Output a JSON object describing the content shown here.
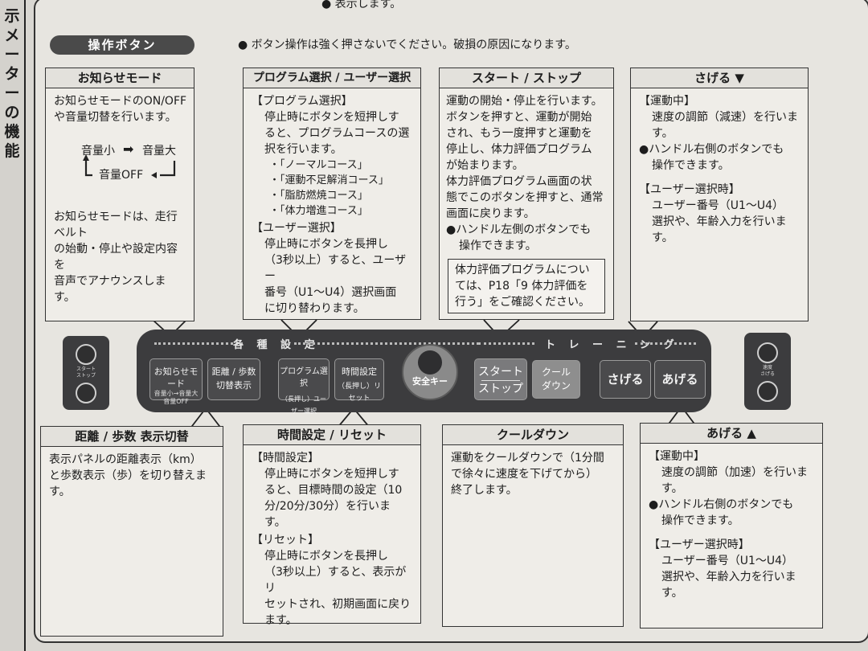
{
  "side_title": "示メーターの機能",
  "top_note": "表示します。",
  "section_title": "操作ボタン",
  "warning": "ボタン操作は強く押さないでください。破損の原因になります。",
  "boxes": {
    "notify": {
      "title": "お知らせモード",
      "lines": [
        "お知らせモードのON/OFF",
        "や音量切替を行います。"
      ],
      "flow": {
        "low": "音量小",
        "high": "音量大",
        "off": "音量OFF"
      },
      "desc": [
        "お知らせモードは、走行ベルト",
        "の始動・停止や設定内容を",
        "音声でアナウンスします。"
      ]
    },
    "program": {
      "title": "プログラム選択 / ユーザー選択",
      "head1": "【プログラム選択】",
      "body1": [
        "停止時にボタンを短押しす",
        "ると、プログラムコースの選",
        "択を行います。"
      ],
      "courses": [
        "・「ノーマルコース」",
        "・「運動不足解消コース」",
        "・「脂肪燃焼コース」",
        "・「体力増進コース」"
      ],
      "head2": "【ユーザー選択】",
      "body2": [
        "停止時にボタンを長押し",
        "（3秒以上）すると、ユーザー",
        "番号（U1～U4）選択画面",
        "に切り替わります。"
      ]
    },
    "start": {
      "title": "スタート / ストップ",
      "lines": [
        "運動の開始・停止を行います。",
        "ボタンを押すと、運動が開始",
        "され、もう一度押すと運動を",
        "停止し、体力評価プログラム",
        "が始まります。",
        "体力評価プログラム画面の状",
        "態でこのボタンを押すと、通常",
        "画面に戻ります。"
      ],
      "bullet": [
        "●ハンドル左側のボタンでも",
        "操作できます。"
      ],
      "note": [
        "体力評価プログラムについ",
        "ては、P18「9 体力評価を",
        "行う」をご確認ください。"
      ]
    },
    "down": {
      "title": "さげる ▼",
      "head1": "【運動中】",
      "body1": [
        "速度の調節（減速）を行いま",
        "す。"
      ],
      "bullet": [
        "●ハンドル右側のボタンでも",
        "操作できます。"
      ],
      "head2": "【ユーザー選択時】",
      "body2": [
        "ユーザー番号（U1～U4）",
        "選択や、年齢入力を行いま",
        "す。"
      ]
    },
    "distance": {
      "title": "距離 / 歩数 表示切替",
      "lines": [
        "表示パネルの距離表示（km）",
        "と歩数表示（歩）を切り替えま",
        "す。"
      ]
    },
    "time": {
      "title": "時間設定 / リセット",
      "head1": "【時間設定】",
      "body1": [
        "停止時にボタンを短押しす",
        "ると、目標時間の設定（10",
        "分/20分/30分）を行いま",
        "す。"
      ],
      "head2": "【リセット】",
      "body2": [
        "停止時にボタンを長押し",
        "（3秒以上）すると、表示がリ",
        "セットされ、初期画面に戻り",
        "ます。"
      ]
    },
    "cool": {
      "title": "クールダウン",
      "lines": [
        "運動をクールダウンで（1分間",
        "で徐々に速度を下げてから）",
        "終了します。"
      ]
    },
    "up": {
      "title": "あげる ▲",
      "head1": "【運動中】",
      "body1": [
        "速度の調節（加速）を行いま",
        "す。"
      ],
      "bullet": [
        "●ハンドル右側のボタンでも",
        "操作できます。"
      ],
      "head2": "【ユーザー選択時】",
      "body2": [
        "ユーザー番号（U1～U4）",
        "選択や、年齢入力を行いま",
        "す。"
      ]
    }
  },
  "panel": {
    "settings_label": "各 種 設 定",
    "training_label": "ト レ ー ニ ン グ",
    "btn_notify": "お知らせモード",
    "btn_notify_sub1": "音量小→音量大",
    "btn_notify_sub2": "音量OFF",
    "btn_distance": "距離 / 歩数",
    "btn_distance2": "切替表示",
    "btn_program": "プログラム選択",
    "btn_program2": "（長押し）ユーザー選択",
    "btn_time": "時間設定",
    "btn_time2": "（長押し）リセット",
    "key": "安全キー",
    "btn_start": "スタート",
    "btn_start2": "ストップ",
    "btn_cool": "クール",
    "btn_cool2": "ダウン",
    "btn_down": "さげる",
    "btn_up": "あげる",
    "left_label": "スタート\nストップ",
    "right_label": "速度\nさげる"
  }
}
